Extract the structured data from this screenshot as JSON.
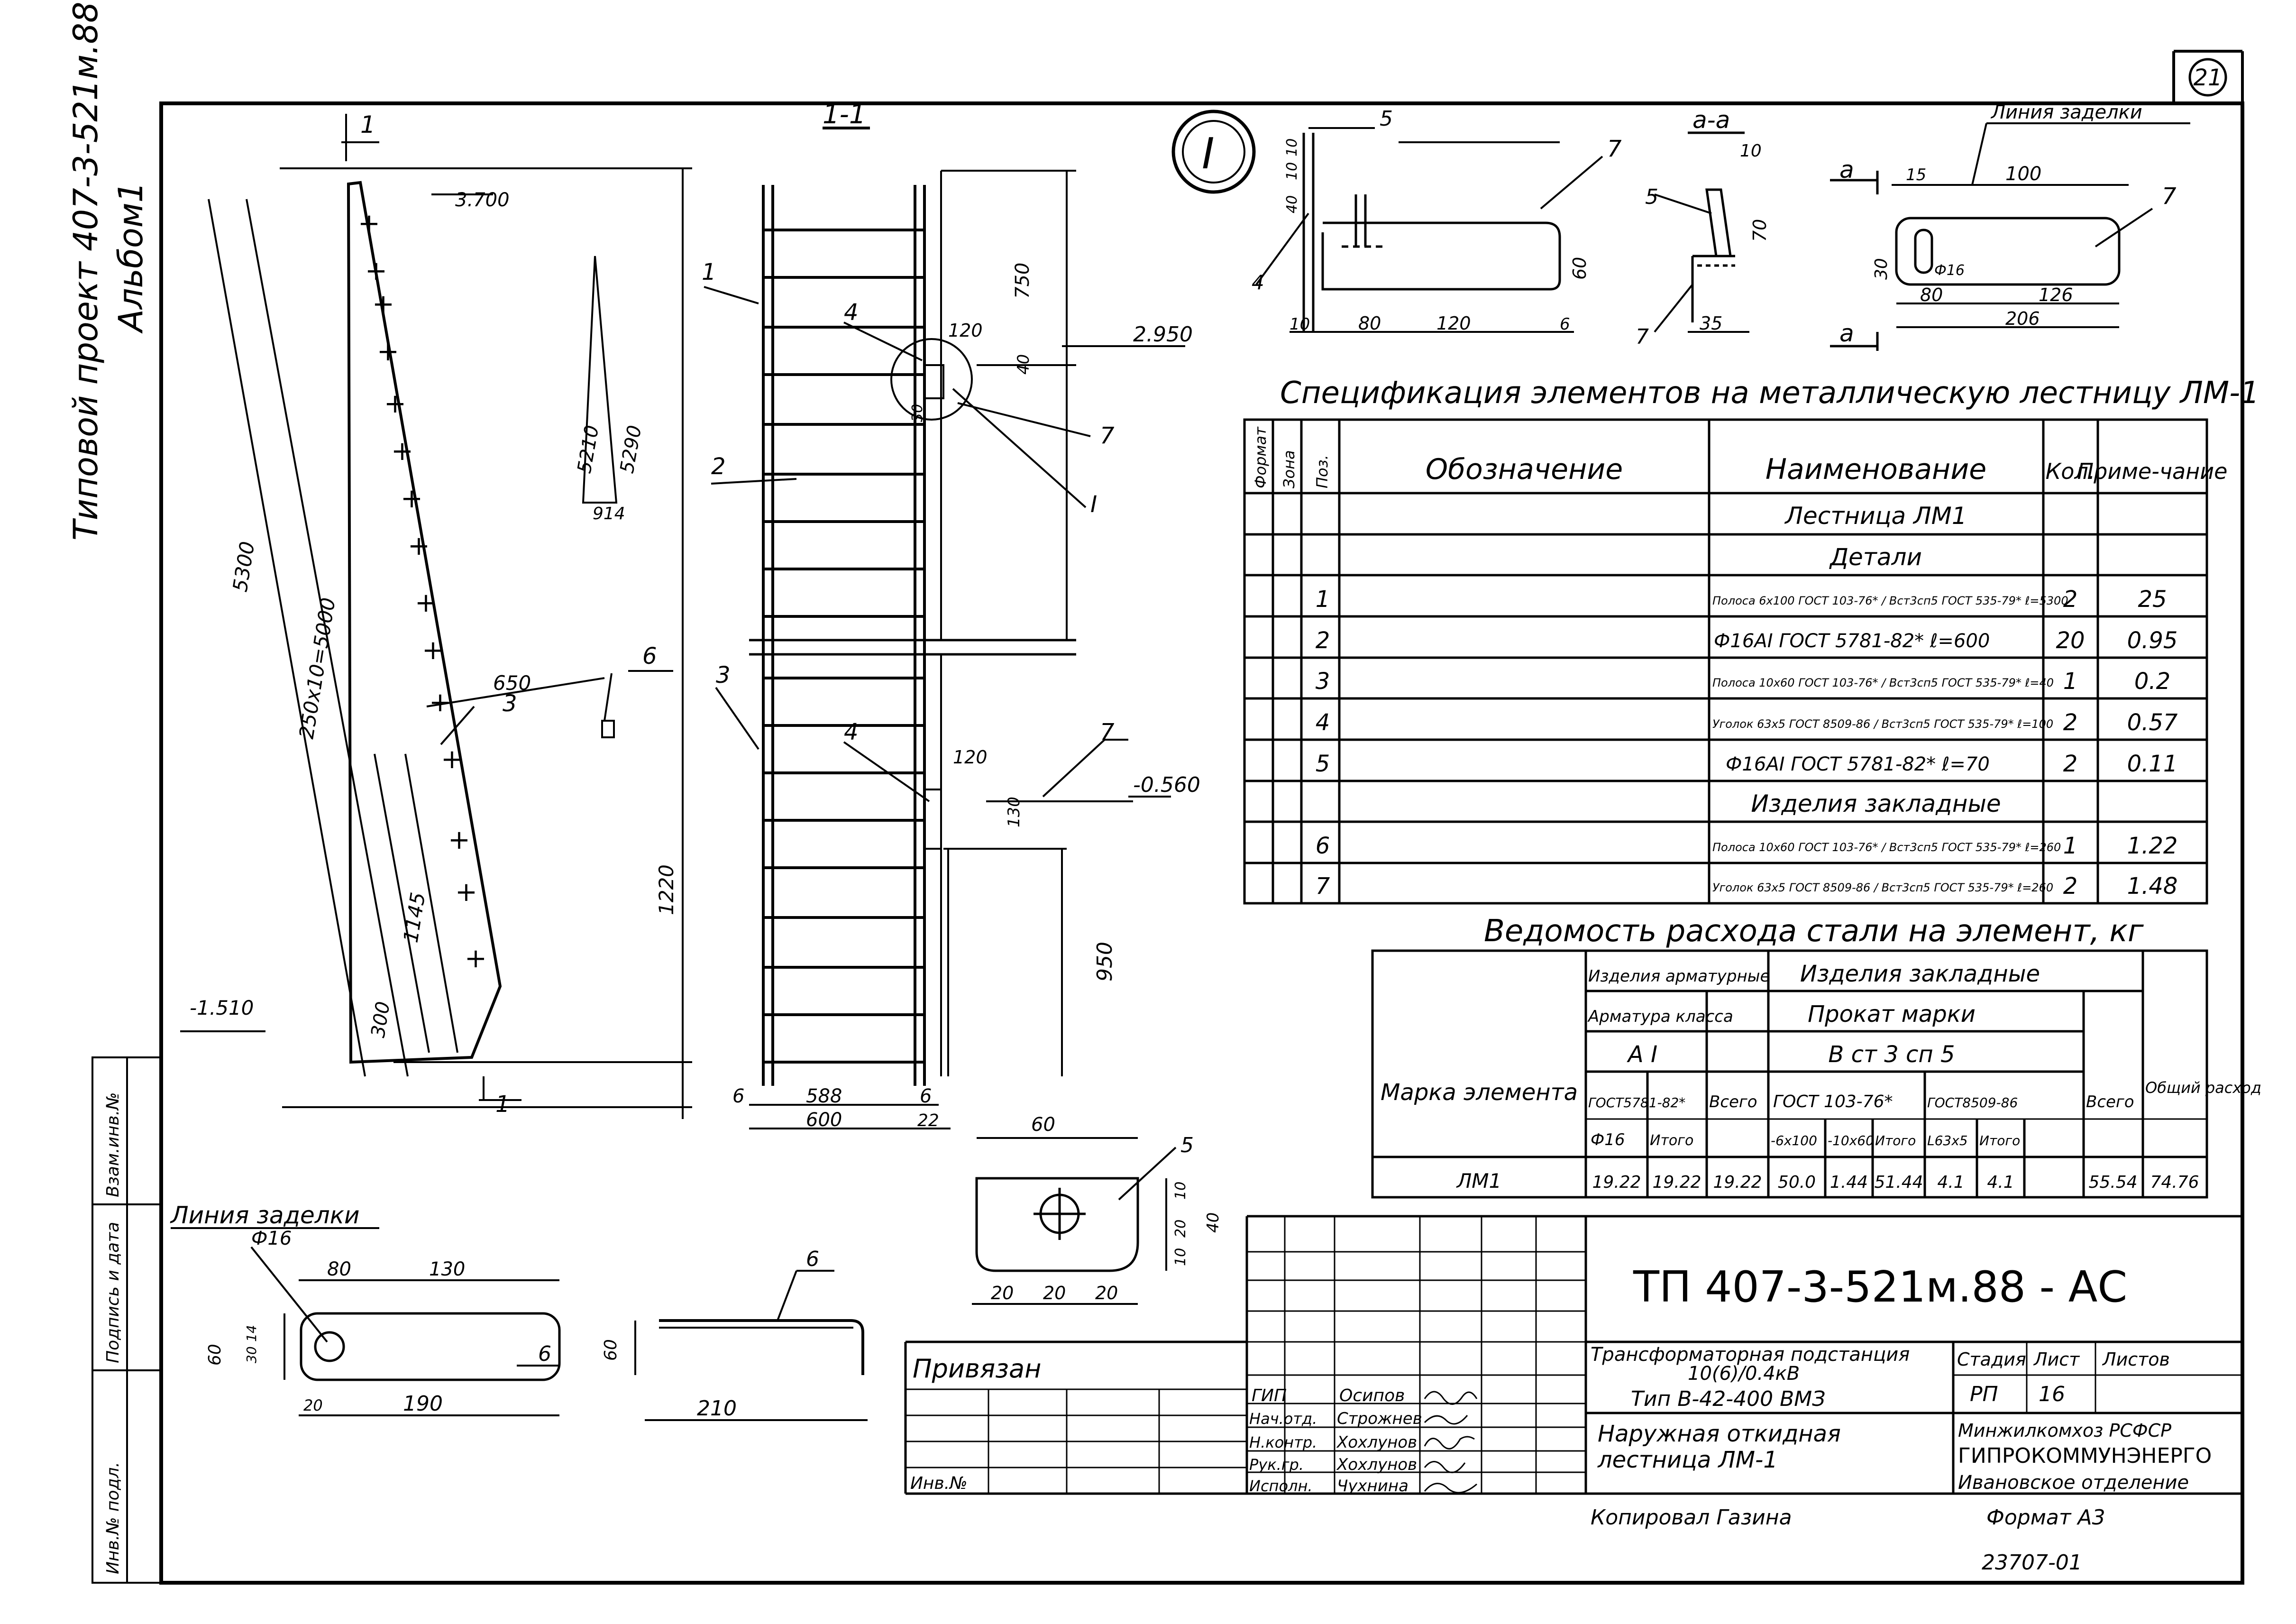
{
  "side": {
    "title_line1": "Типовой проект 407-3-521м.88",
    "title_line2": "Альбом1"
  },
  "page_no": "21",
  "left_stamp": [
    "Инв.№ подл.",
    "Подпись и дата",
    "Взам.инв.№"
  ],
  "views": {
    "main": {
      "dims": [
        "1",
        "3.700",
        "5300",
        "250x10=5000",
        "650",
        "1145",
        "1220",
        "300",
        "-1.510",
        "3",
        "1"
      ],
      "triangle": [
        "5210",
        "5290",
        "914"
      ],
      "pos6": "6"
    },
    "section": {
      "title": "1-1",
      "dims": [
        "1",
        "2",
        "3",
        "4",
        "4",
        "7",
        "7",
        "I",
        "120",
        "750",
        "40",
        "30",
        "2.950",
        "120",
        "130",
        "-0.560",
        "950",
        "6",
        "588",
        "6",
        "600",
        "22"
      ]
    },
    "detail_I": {
      "label": "I",
      "dims": [
        "5",
        "40",
        "10",
        "10",
        "7",
        "60",
        "10",
        "80",
        "120",
        "6",
        "4"
      ]
    },
    "section_aa": {
      "title": "а-а",
      "dims": [
        "10",
        "5",
        "70",
        "7",
        "35"
      ]
    },
    "plan_a": {
      "line_label": "Линия заделки",
      "dims": [
        "а",
        "15",
        "100",
        "7",
        "30",
        "Ф16",
        "80",
        "126",
        "206",
        "а"
      ]
    },
    "plate5": {
      "dims": [
        "5",
        "60",
        "10",
        "20",
        "10",
        "40",
        "20",
        "20",
        "20"
      ]
    },
    "plate6": {
      "line_label": "Линия заделки",
      "dims": [
        "Ф16",
        "80",
        "130",
        "60",
        "14",
        "30",
        "20",
        "190",
        "6"
      ]
    },
    "bar6": {
      "dims": [
        "6",
        "60",
        "210"
      ]
    }
  },
  "spec": {
    "title": "Спецификация элементов на металлическую лестницу ЛМ-1",
    "headers": [
      "Формат",
      "Зона",
      "Поз.",
      "Обозначение",
      "Наименование",
      "Кол.",
      "Приме-чание"
    ],
    "rows": [
      {
        "pos": "",
        "name": "Лестница ЛМ1",
        "qty": "",
        "note": ""
      },
      {
        "pos": "",
        "name": "Детали",
        "qty": "",
        "note": ""
      },
      {
        "pos": "1",
        "name": "Полоса 6х100 ГОСТ 103-76* / Вст3сп5 ГОСТ 535-79* ℓ=5300",
        "qty": "2",
        "note": "25"
      },
      {
        "pos": "2",
        "name": "Ф16АI ГОСТ 5781-82* ℓ=600",
        "qty": "20",
        "note": "0.95"
      },
      {
        "pos": "3",
        "name": "Полоса 10х60 ГОСТ 103-76* / Вст3сп5 ГОСТ 535-79* ℓ=40",
        "qty": "1",
        "note": "0.2"
      },
      {
        "pos": "4",
        "name": "Уголок 63х5 ГОСТ 8509-86 / Вст3сп5 ГОСТ 535-79* ℓ=100",
        "qty": "2",
        "note": "0.57"
      },
      {
        "pos": "5",
        "name": "Ф16АI ГОСТ 5781-82* ℓ=70",
        "qty": "2",
        "note": "0.11"
      },
      {
        "pos": "",
        "name": "Изделия закладные",
        "qty": "",
        "note": ""
      },
      {
        "pos": "6",
        "name": "Полоса 10х60 ГОСТ 103-76* / Вст3сп5 ГОСТ 535-79* ℓ=260",
        "qty": "1",
        "note": "1.22"
      },
      {
        "pos": "7",
        "name": "Уголок 63х5 ГОСТ 8509-86 / Вст3сп5 ГОСТ 535-79* ℓ=260",
        "qty": "2",
        "note": "1.48"
      }
    ]
  },
  "steel": {
    "title": "Ведомость расхода стали на элемент, кг",
    "h_arm": "Изделия арматурные",
    "h_zakl": "Изделия закладные",
    "h_armclass": "Арматура класса",
    "h_prokat": "Прокат марки",
    "h_AI": "А I",
    "h_vst": "В ст 3 сп 5",
    "h_mark": "Марка элемента",
    "h_gost5781": "ГОСТ5781-82*",
    "h_vsego1": "Всего",
    "h_gost103": "ГОСТ 103-76*",
    "h_gost8509": "ГОСТ8509-86",
    "h_vsego2": "Всего",
    "h_total": "Общий расход",
    "h_f16": "Ф16",
    "h_itogo1": "Итого",
    "h_6x100": "-6х100",
    "h_10x60": "-10х60",
    "h_itogo2": "Итого",
    "h_l63": "L63х5",
    "h_itogo3": "Итого",
    "row": [
      "ЛМ1",
      "19.22",
      "19.22",
      "19.22",
      "50.0",
      "1.44",
      "51.44",
      "4.1",
      "4.1",
      "55.54",
      "74.76"
    ]
  },
  "stamp": {
    "code": "ТП   407-3-521м.88 - АС",
    "privyazan": "Привязан",
    "inv": "Инв.№",
    "roles": [
      "ГИП",
      "Нач.отд.",
      "Н.контр.",
      "Рук.гр.",
      "Исполн."
    ],
    "names": [
      "Осипов",
      "Строжнев",
      "Хохлунов",
      "Хохлунов",
      "Чухнина"
    ],
    "object_l1": "Трансформаторная подстанция",
    "object_l2": "10(6)/0.4кВ",
    "object_l3": "Тип В-42-400 ВМЗ",
    "sheet_l1": "Наружная откидная",
    "sheet_l2": "лестница ЛМ-1",
    "h_stage": "Стадия",
    "h_sheet": "Лист",
    "h_sheets": "Листов",
    "stage": "РП",
    "sheet": "16",
    "org_l1": "Минжилкомхоз РСФСР",
    "org_l2": "ГИПРОКОММУНЭНЕРГО",
    "org_l3": "Ивановское отделение",
    "copied": "Копировал Газина",
    "format": "Формат А3",
    "archive": "23707-01"
  }
}
